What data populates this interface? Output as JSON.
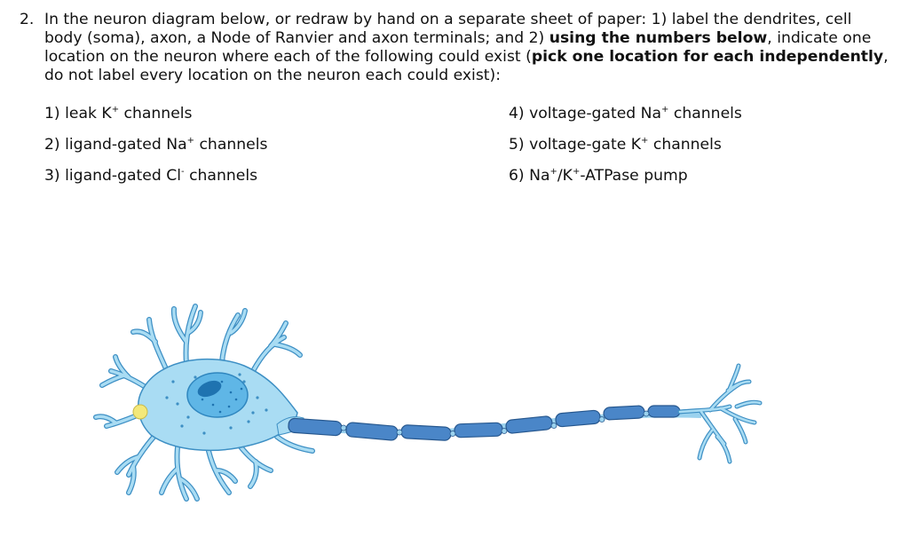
{
  "question": {
    "number": "2.",
    "segments": [
      {
        "text": "In the neuron diagram below, or redraw by hand on a separate sheet of paper: 1) label the dendrites, cell body (soma), axon, a Node of Ranvier and axon terminals; and 2) ",
        "bold": false
      },
      {
        "text": "using the numbers below",
        "bold": true
      },
      {
        "text": ", indicate one location on the neuron where each of the following could exist (",
        "bold": false
      },
      {
        "text": "pick one location for each independently",
        "bold": true
      },
      {
        "text": ", do not label every location on the neuron each could exist):",
        "bold": false
      }
    ]
  },
  "items_left": [
    {
      "pre": "1) leak K",
      "sup": "+",
      "post": " channels"
    },
    {
      "pre": "2) ligand-gated Na",
      "sup": "+",
      "post": " channels"
    },
    {
      "pre": "3) ligand-gated Cl",
      "sup": "-",
      "post": " channels"
    }
  ],
  "items_right": [
    {
      "pre": "4) voltage-gated Na",
      "sup": "+",
      "post": " channels"
    },
    {
      "pre": "5) voltage-gate K",
      "sup": "+",
      "post": " channels"
    },
    {
      "pre": "6) Na",
      "sup": "+",
      "post": "/K",
      "sup2": "+",
      "post2": "-ATPase pump"
    }
  ],
  "diagram": {
    "colors": {
      "body_fill": "#a9dcf3",
      "body_stroke": "#3d8fc4",
      "nucleus_fill": "#5fb6e6",
      "nucleus_stroke": "#2f86bf",
      "nucleolus": "#1f73b0",
      "myelin_fill": "#4a86c8",
      "myelin_stroke": "#27588f",
      "axon": "#9bd2ee",
      "synapse_dot": "#f3e87a"
    }
  }
}
